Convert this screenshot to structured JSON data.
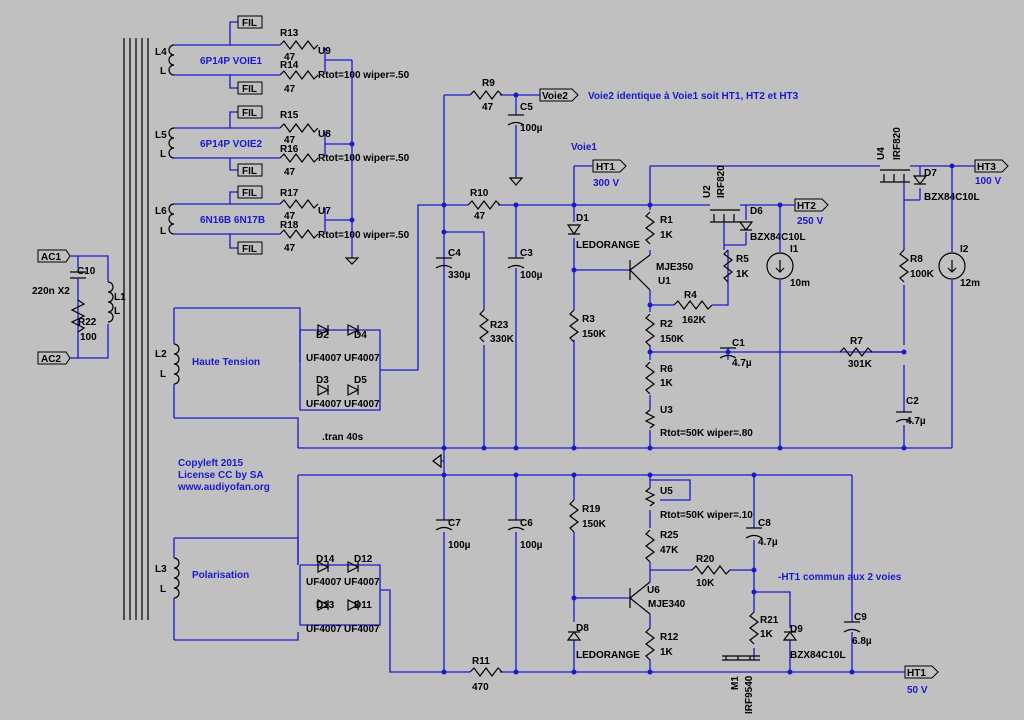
{
  "directive": ".tran 40s",
  "credits": [
    "Copyleft 2015",
    "License CC by SA",
    "www.audiyofan.org"
  ],
  "notes": {
    "voie2": "Voie2 identique à Voie1 soit HT1, HT2 et HT3",
    "voie1": "Voie1",
    "ht1_common": "-HT1 commun aux 2 voies"
  },
  "nets": {
    "ac1": "AC1",
    "ac2": "AC2",
    "fil": "FIL",
    "voie2": "Voie2",
    "ht1": "HT1",
    "ht2": "HT2",
    "ht3": "HT3",
    "ht1_v": "300 V",
    "ht2_v": "250 V",
    "ht3_v": "100 V",
    "ht1b_v": "50 V"
  },
  "windings": [
    {
      "ref": "L4",
      "label": "6P14P VOIE1"
    },
    {
      "ref": "L5",
      "label": "6P14P VOIE2"
    },
    {
      "ref": "L6",
      "label": "6N16B 6N17B"
    },
    {
      "ref": "L2",
      "label": "Haute Tension"
    },
    {
      "ref": "L3",
      "label": "Polarisation"
    }
  ],
  "pin_l": "L",
  "pots": [
    {
      "ref": "U9",
      "val": "Rtot=100 wiper=.50"
    },
    {
      "ref": "U8",
      "val": "Rtot=100 wiper=.50"
    },
    {
      "ref": "U7",
      "val": "Rtot=100 wiper=.50"
    },
    {
      "ref": "U3",
      "val": "Rtot=50K wiper=.80"
    },
    {
      "ref": "U5",
      "val": "Rtot=50K wiper=.10"
    }
  ],
  "resistors": [
    {
      "ref": "R13",
      "val": "47"
    },
    {
      "ref": "R14",
      "val": "47"
    },
    {
      "ref": "R15",
      "val": "47"
    },
    {
      "ref": "R16",
      "val": "47"
    },
    {
      "ref": "R17",
      "val": "47"
    },
    {
      "ref": "R18",
      "val": "47"
    },
    {
      "ref": "R9",
      "val": "47"
    },
    {
      "ref": "R10",
      "val": "47"
    },
    {
      "ref": "R22",
      "val": "100"
    },
    {
      "ref": "R23",
      "val": "330K"
    },
    {
      "ref": "R1",
      "val": "1K"
    },
    {
      "ref": "R3",
      "val": "150K"
    },
    {
      "ref": "R2",
      "val": "150K"
    },
    {
      "ref": "R4",
      "val": "162K"
    },
    {
      "ref": "R5",
      "val": "1K"
    },
    {
      "ref": "R8",
      "val": "100K"
    },
    {
      "ref": "R6",
      "val": "1K"
    },
    {
      "ref": "R7",
      "val": "301K"
    },
    {
      "ref": "R19",
      "val": "150K"
    },
    {
      "ref": "R25",
      "val": "47K"
    },
    {
      "ref": "R20",
      "val": "10K"
    },
    {
      "ref": "R21",
      "val": "1K"
    },
    {
      "ref": "R12",
      "val": "1K"
    },
    {
      "ref": "R11",
      "val": "470"
    }
  ],
  "capacitors": [
    {
      "ref": "C10",
      "val": "220n X2"
    },
    {
      "ref": "C5",
      "val": "100µ"
    },
    {
      "ref": "C4",
      "val": "330µ"
    },
    {
      "ref": "C3",
      "val": "100µ"
    },
    {
      "ref": "C1",
      "val": "4.7µ"
    },
    {
      "ref": "C2",
      "val": "4.7µ"
    },
    {
      "ref": "C7",
      "val": "100µ"
    },
    {
      "ref": "C6",
      "val": "100µ"
    },
    {
      "ref": "C8",
      "val": "4.7µ"
    },
    {
      "ref": "C9",
      "val": "6.8µ"
    }
  ],
  "diodes": [
    {
      "ref": "D2",
      "val": "UF4007"
    },
    {
      "ref": "D4",
      "val": "UF4007"
    },
    {
      "ref": "D3",
      "val": "UF4007"
    },
    {
      "ref": "D5",
      "val": "UF4007"
    },
    {
      "ref": "D14",
      "val": "UF4007"
    },
    {
      "ref": "D12",
      "val": "UF4007"
    },
    {
      "ref": "D13",
      "val": "UF4007"
    },
    {
      "ref": "D11",
      "val": "UF4007"
    },
    {
      "ref": "D1",
      "val": "LEDORANGE"
    },
    {
      "ref": "D8",
      "val": "LEDORANGE"
    },
    {
      "ref": "D6",
      "val": "BZX84C10L"
    },
    {
      "ref": "D7",
      "val": "BZX84C10L"
    },
    {
      "ref": "D9",
      "val": "BZX84C10L"
    }
  ],
  "semis": [
    {
      "ref": "U1",
      "val": "MJE350"
    },
    {
      "ref": "U6",
      "val": "MJE340"
    },
    {
      "ref": "U2",
      "val": "IRF820"
    },
    {
      "ref": "U4",
      "val": "IRF820"
    },
    {
      "ref": "M1",
      "val": "IRF9540"
    }
  ],
  "sources": [
    {
      "ref": "I1",
      "val": "10m"
    },
    {
      "ref": "I2",
      "val": "12m"
    }
  ],
  "inductor": {
    "ref": "L1",
    "val": "L"
  }
}
